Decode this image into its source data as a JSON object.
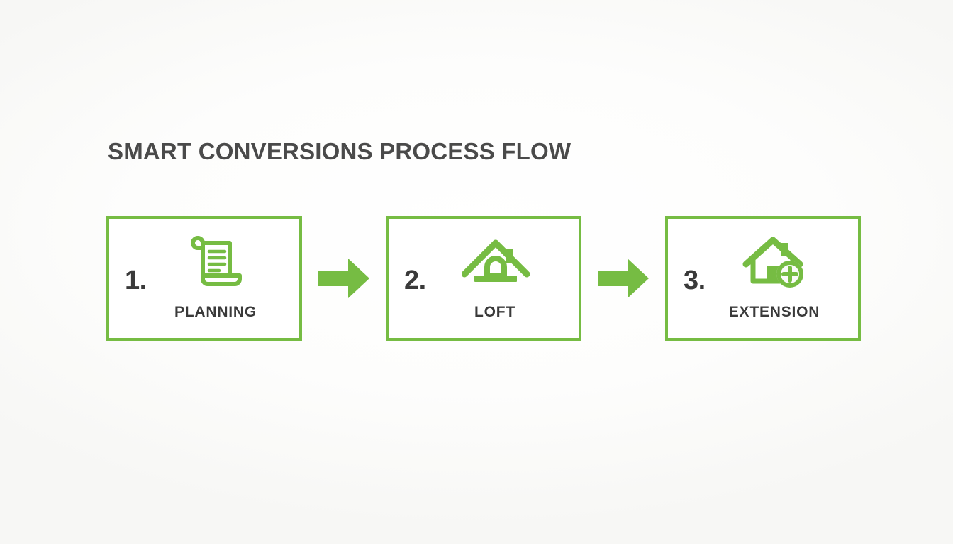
{
  "page": {
    "title": "SMART CONVERSIONS PROCESS FLOW",
    "background_color": "#fbfbfa",
    "accent_color": "#76bc43",
    "text_color": "#3a3a3a",
    "title_color": "#4a4a4a"
  },
  "flow": {
    "steps": [
      {
        "number": "1.",
        "label": "PLANNING",
        "icon": "scroll-document-icon"
      },
      {
        "number": "2.",
        "label": "LOFT",
        "icon": "roof-attic-icon"
      },
      {
        "number": "3.",
        "label": "EXTENSION",
        "icon": "house-plus-icon"
      }
    ],
    "connectors": [
      {
        "icon": "arrow-right-icon"
      },
      {
        "icon": "arrow-right-icon"
      }
    ]
  }
}
